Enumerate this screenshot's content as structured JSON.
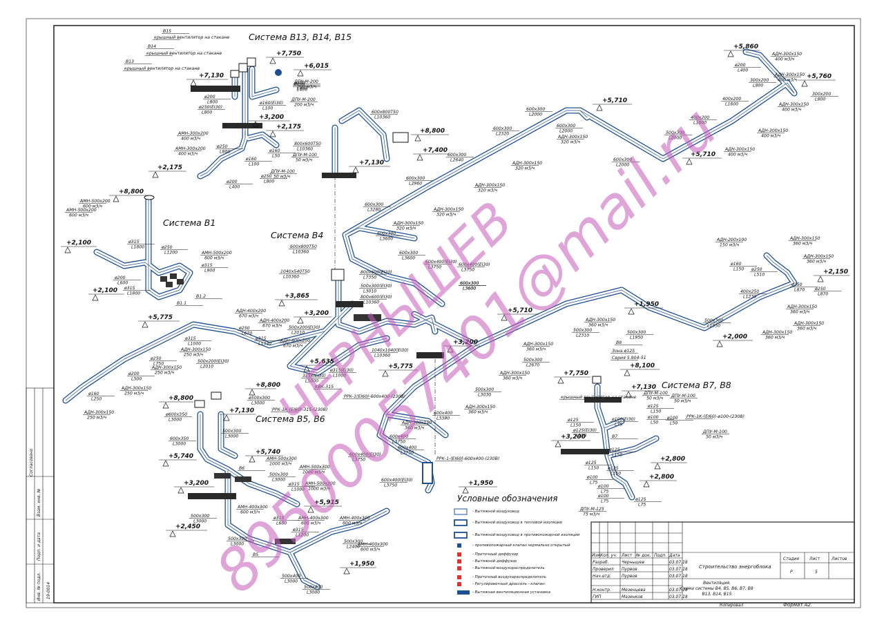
{
  "titles": {
    "b13_15": "Система В13, В14, В15",
    "b1": "Система В1",
    "b4": "Система В4",
    "b5_6": "Система В5, В6",
    "b7_8": "Система В7, В8"
  },
  "levels": [
    "+7,750",
    "+6,015",
    "+7,130",
    "+3,200",
    "+2,175",
    "+2,175",
    "+8,800",
    "+2,100",
    "+2,100",
    "+8,800",
    "+7,400",
    "+7,130",
    "+5,710",
    "+5,860",
    "+5,760",
    "+5,710",
    "+3,865",
    "+3,200",
    "+5,775",
    "+5,710",
    "+3,200",
    "+5,635",
    "+5,775",
    "+8,800",
    "+8,800",
    "+7,130",
    "+5,740",
    "+5,740",
    "+3,200",
    "+2,450",
    "+5,915",
    "+1,950",
    "+1,950",
    "+1,950",
    "+2,150",
    "+2,000",
    "+7,750",
    "+8,100",
    "+7,130",
    "+3,200",
    "+2,800",
    "+2,800"
  ],
  "labels": {
    "b15": "В15",
    "b15_fan": "крышный вентилятор на стакане",
    "b14": "В14",
    "b14_fan": "крышный вентилятор на стакане",
    "b13": "В13",
    "b13_fan": "крышный вентилятор на стакане",
    "b8": "В8",
    "b8_fan": "крышный вентилятор на стакане",
    "b7": "В7",
    "a1": "ДПУ-М-200",
    "a1q": "200 м3/ч",
    "a2": "ДПУ-М-200",
    "a2q": "200 м3/ч",
    "a3": "ДПУ-М-100",
    "a3q": "50 м3/ч",
    "a4": "ДПУ-М-100",
    "a4q": "50 м3/ч",
    "a5": "АМН-300х200",
    "a5q": "400 м3/ч",
    "a6": "АМН-300х200",
    "a6q": "400 м3/ч",
    "a7": "АМН-500х200",
    "a7q": "600 м3/ч",
    "a8": "АМН-500х200",
    "a8q": "600 м3/ч",
    "a9": "АМН-500х200",
    "a9q": "600 м3/ч",
    "a10": "АДН-300х150",
    "a10q": "400 м3/ч",
    "a11": "АДН-300х150",
    "a11q": "400 м3/ч",
    "a12": "АДН-300х150",
    "a12q": "400 м3/ч",
    "a13": "АДН-300х150",
    "a13q": "400 м3/ч",
    "a14": "АДН-300х150",
    "a14q": "400 м3/ч",
    "a15": "АДН-300х150",
    "a15q": "320 м3/ч",
    "a16": "АДН-300х150",
    "a16q": "320 м3/ч",
    "a17": "АДН-300х150",
    "a17q": "320 м3/ч",
    "a18": "АДН-300х150",
    "a18q": "320 м3/ч",
    "a19": "АДН-300х150",
    "a19q": "320 м3/ч",
    "a20": "АДН-400х200",
    "a20q": "670 м3/ч",
    "a21": "АДН-400х200",
    "a21q": "670 м3/ч",
    "a22": "АДН-400х200",
    "a22q": "670 м3/ч",
    "a23": "АДН-300х150",
    "a23q": "250 м3/ч",
    "a24": "АДН-300х150",
    "a24q": "250 м3/ч",
    "a25": "АДН-300х150",
    "a25q": "250 м3/ч",
    "a26": "АДН-300х150",
    "a26q": "250 м3/ч",
    "a27": "АДН-300х150",
    "a27q": "360 м3/ч",
    "a28": "АДН-300х150",
    "a28q": "360 м3/ч",
    "a29": "АДН-300х150",
    "a29q": "360 м3/ч",
    "a30": "АДН-300х150",
    "a30q": "360 м3/ч",
    "a31": "АДН-300х150",
    "a31q": "360 м3/ч",
    "a32": "АДН-200х100",
    "a32q": "150 м3/ч",
    "a33": "АДН-300х150",
    "a33q": "360 м3/ч",
    "a34": "АДН-300х150",
    "a34q": "360 м3/ч",
    "a35": "АДН-300х150",
    "a35q": "360 м3/ч",
    "a36": "АДН-300х150",
    "a36q": "360 м3/ч",
    "a37": "АДН-300х150",
    "a37q": "360 м3/ч",
    "a38": "АМН-500х300",
    "a38q": "1000 м3/ч",
    "a39": "АМН-500х300",
    "a39q": "1000 м3/ч",
    "a40": "АМН-500х300",
    "a40q": "1000 м3/ч",
    "a41": "АМН-400х300",
    "a41q": "600 м3/ч",
    "a42": "АМН-400х300",
    "a42q": "600 м3/ч",
    "a43": "АМН-400х300",
    "a43q": "600 м3/ч",
    "a44": "АМН-400х300",
    "a44q": "600 м3/ч",
    "a45": "ДПУ-М-100",
    "a45q": "50 м3/ч",
    "a46": "ДПУ-М-100",
    "a46q": "50 м3/ч",
    "a47": "ДПУ-М-100",
    "a47q": "50 м3/ч",
    "a48": "ДПУ-М-125",
    "a48q": "75 м3/ч",
    "d1": "600х800Т50",
    "d1l": "L10360",
    "d2": "800х600Т50",
    "d2l": "L10360",
    "d3": "600х800Т50",
    "d3l": "L10360",
    "d4": "1040х540Т50",
    "d4l": "L10360",
    "d5": "800х600(EI30)",
    "d5l": "L10360",
    "d6": "1040х1040(EI30)",
    "d6l": "L10360",
    "d7": "600х300",
    "d7l": "L2000",
    "d8": "600х300",
    "d8l": "L2000",
    "d9": "600х300",
    "d9l": "L2320",
    "d10": "600х300",
    "d10l": "L2640",
    "d11": "600х300",
    "d11l": "L2960",
    "d12": "600х300",
    "d12l": "L3280",
    "d13": "600х300",
    "d13l": "L3600",
    "d14": "600х300",
    "d14l": "L3600",
    "d15": "600х300",
    "d15l": "L3600",
    "d16": "600х300",
    "d16l": "L2000",
    "d17": "500х300",
    "d17l": "L2000",
    "d18": "600х400(EI30)",
    "d18l": "L3750",
    "d19": "600х400(EI30)",
    "d19l": "L3750",
    "d20": "500х300",
    "d20l": "L2310",
    "d21": "500х300",
    "d21l": "L2670",
    "d22": "500х300",
    "d22l": "L3030",
    "d23": "600х400",
    "d23l": "L3390",
    "d24": "500х300",
    "d24l": "L1950",
    "d25": "500х300",
    "d25l": "L1950",
    "d26": "400х250",
    "d26l": "L1230",
    "d27": "400х200",
    "d27l": "L1600",
    "d28": "400х200",
    "d28l": "L1600",
    "d29": "300х200",
    "d29l": "L800",
    "d30": "300х200",
    "d30l": "L800",
    "d31": "ø200",
    "d31l": "L400",
    "d32": "ø160",
    "d32l": "L150",
    "d33": "ø250",
    "d33l": "L510",
    "d34": "ø250",
    "d34l": "L870",
    "d35": "ø250",
    "d35l": "L870",
    "d36": "ø315",
    "d36l": "L1000",
    "d37": "ø250",
    "d37l": "L750",
    "d38": "ø200",
    "d38l": "L500",
    "d39": "ø160",
    "d39l": "L250",
    "d40": "500х200(EI30)",
    "d40l": "L2010",
    "d41": "500х200(EI30)",
    "d41l": "L2010",
    "d42": "ø250",
    "d42l": "L670",
    "d43": "ø315",
    "d43l": "L1340",
    "d44": "ø315(EI30)",
    "d44l": "L1000",
    "d45": "315х(EI30)",
    "d45l": "L1000",
    "d46": "КВК-315",
    "d47": "РРК-1(EI60)-600х400-(230В)",
    "d48": "РРК-1-(EI60)-600х400-(230В)",
    "d49": "РРК-1К-(EI60)-315-(230В)",
    "d50": "600х400",
    "d50l": "L3750",
    "d51": "600х400",
    "d51l": "L3750",
    "d52": "600х400(EI30)",
    "d52l": "L3750",
    "d53": "600х400(EI30)",
    "d53l": "L3750",
    "d54": "800х600(EI30)",
    "d54l": "L7350",
    "d55": "500х300(EI30)",
    "d55l": "L3010",
    "d56": "600х300",
    "d56l": "L3600",
    "d57": "ø500х300",
    "d57l": "L3000",
    "d58": "ø600х350",
    "d58l": "L3000",
    "d59": "600х350",
    "d59l": "L3000",
    "d60": "500х300",
    "d60l": "L3000",
    "d61": "500х300",
    "d61l": "L3000",
    "d62": "500х300",
    "d62l": "L3000",
    "d63": "500х300",
    "d63l": "L3000",
    "d64": "500х300",
    "d64l": "L2400",
    "d65": "500х400",
    "d65l": "L3000",
    "d66": "500х400",
    "d66l": "L3000",
    "d67": "ø315",
    "d67l": "L1000",
    "d68": "ø315",
    "d68l": "L600",
    "d69": "ø315",
    "d69l": "L1200",
    "d70": "ø250",
    "d70l": "L1200",
    "d71": "ø315",
    "d71l": "L900",
    "d72": "ø315",
    "d72l": "L1800",
    "d73": "ø315",
    "d73l": "L1800",
    "d74": "ø200",
    "d74l": "L600",
    "d75": "ø200",
    "d75l": "L800",
    "d76": "ø250(EI30)",
    "d76l": "L800",
    "d77": "ø160(EI30)",
    "d77l": "L100",
    "d78": "ø200",
    "d78l": "L400",
    "d79": "ø250",
    "d79l": "L800",
    "d80": "ø160",
    "d80l": "L100",
    "d81": "ø160",
    "d81l": "L50",
    "d82": "ø250",
    "d82l": "L800",
    "d83": "ø200",
    "d83l": "L400",
    "d84": "ø125",
    "d84l": "L150",
    "d85": "ø125(EI30)",
    "d85l": "L150",
    "d86": "ø100(EI30)",
    "d86l": "L75",
    "d87": "ø125",
    "d87l": "L150",
    "d88": "ø100",
    "d88l": "L50",
    "d89": "ø100",
    "d89l": "L50",
    "d90": "ø100",
    "d90l": "L75",
    "d91": "ø125",
    "d91l": "L150",
    "d92": "ø125",
    "d92l": "L150",
    "d93": "ø125",
    "d93l": "L150",
    "d94": "ø100",
    "d94l": "L75",
    "d95": "ø100",
    "d95l": "L75",
    "d96": "ø125",
    "d96l": "L75",
    "d97": "РРК-1К-(EI60)-ø100-(230В)",
    "zone": "Зона ø125",
    "series": "Серия 5.904-51",
    "b11": "В1.1",
    "b12": "В1.2",
    "b5": "В5",
    "b6": "В6"
  },
  "legend": {
    "title": "Условные обозначения",
    "items": [
      "- Вытяжной воздуховод",
      "- Вытяжной воздуховод в тепловой изоляции",
      "- Вытяжной воздуховод в противопожарной изоляции",
      "- противопожарный клапан нормально открытый",
      "- Приточный диффузор",
      "- Вытяжной диффузор",
      "- Вытяжной воздухораспределитель",
      "- Приточный воздухораспределитель",
      "- Регулировочный дроссель - клапан",
      "- Вытяжная вентиляционная установка"
    ]
  },
  "titleblock": {
    "head": [
      "Изм.",
      "Кол. уч.",
      "Лист",
      "№ док.",
      "Подп.",
      "Дата"
    ],
    "rows": [
      {
        "role": "Разраб.",
        "name": "Чернышев",
        "date": "03.07.18"
      },
      {
        "role": "Проверил",
        "name": "Пурвов",
        "date": "03.07.18"
      },
      {
        "role": "Нач.отд.",
        "name": "Пурвов",
        "date": "03.07.18"
      },
      {
        "role": "",
        "name": "",
        "date": ""
      },
      {
        "role": "Н.контр.",
        "name": "Мезенцева",
        "date": "03.07.18"
      },
      {
        "role": "ГИП",
        "name": "Мазенков",
        "date": "03.07.18"
      }
    ],
    "project": "Строительство энергоблока",
    "stage_h": "Стадия",
    "sheet_h": "Лист",
    "sheets_h": "Листов",
    "stage": "Р",
    "sheet": "5",
    "title1": "Вентиляция.",
    "title2": "Схема системы В4, В5, В6, В7, В8",
    "title3": "В13, В14, В15",
    "copied": "Копировал",
    "format": "Формат А2"
  },
  "sidebar": {
    "agreed": "Согласовано",
    "inv_replace": "Взам. инв. №",
    "sign_date": "Подп. и дата",
    "inv_orig": "Инв. № подл.",
    "inv_num": "19-0014"
  },
  "watermark": {
    "line1": "ЧЕРНЫШЕВ",
    "line2": "89500057401@mail.ru"
  },
  "colors": {
    "duct": "#1c4f95",
    "frame": "#111111",
    "watermark": "#c45ab8"
  }
}
